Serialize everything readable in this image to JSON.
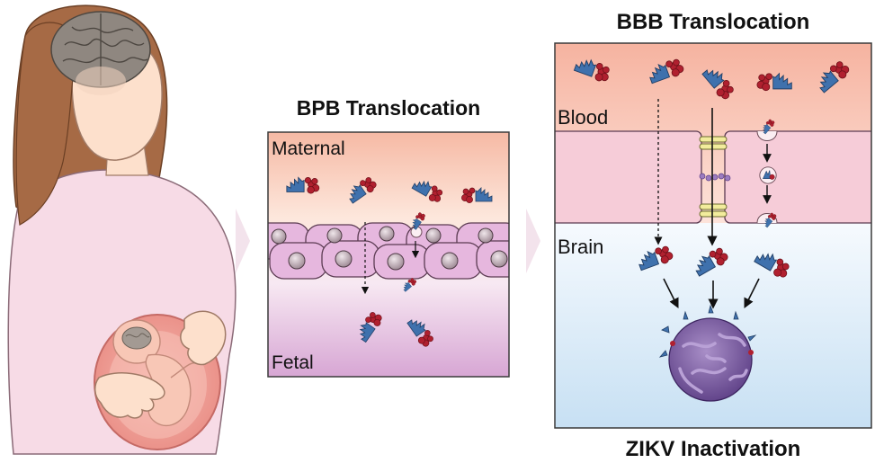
{
  "panels": {
    "bpb": {
      "title": "BPB Translocation",
      "top_label": "Maternal",
      "bottom_label": "Fetal"
    },
    "bbb": {
      "title": "BBB Translocation",
      "top_label": "Blood",
      "bottom_label": "Brain",
      "footer": "ZIKV Inactivation"
    }
  },
  "colors": {
    "skin": "#fde0cc",
    "hair": "#a66a45",
    "shirt": "#f7dbe6",
    "brain": "#8f8780",
    "maternal_gradient_top": "#f6b9a4",
    "fetal_gradient_bottom": "#d6a3d2",
    "blood": "#f7b6a3",
    "brain_tissue": "#cfe4f4",
    "endothelium": "#f6ccd8",
    "cell": "#e6b7de",
    "nucleus": "#b7a3ab",
    "protein": "#3f71ad",
    "cargo": "#b0202f",
    "virus": "#7a57a0",
    "chevron": "#f3e3ec"
  },
  "icons": [
    "pregnant-woman-illustration",
    "fetus-in-womb",
    "chevron-right-icon",
    "nanoparticle-conjugate-icon",
    "zika-virus-particle",
    "transcytosis-vesicle-icon",
    "tight-junction-icon"
  ]
}
